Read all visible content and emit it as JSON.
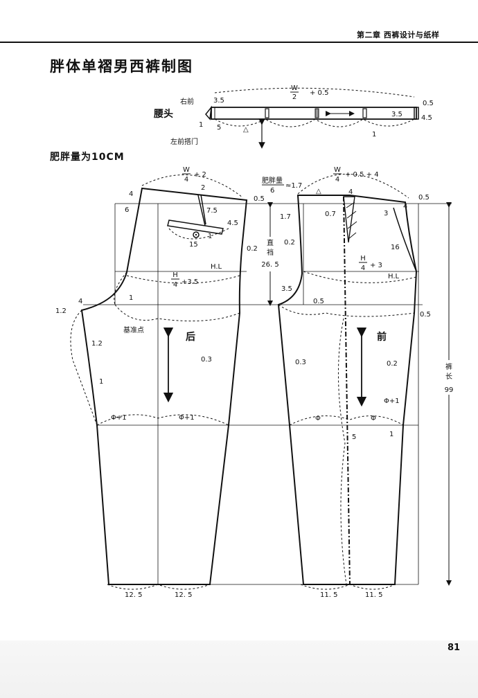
{
  "header": {
    "chapter": "第二章  西裤设计与纸样",
    "page_number": "81"
  },
  "title": "胖体单褶男西裤制图",
  "subtitle": "肥胖量为10CM",
  "waistband": {
    "label": "腰头",
    "formula_num": "W",
    "formula_den": "2",
    "formula_tail": "+ 0.5",
    "right_front": "右前",
    "left_front": "左前搭门",
    "dims": {
      "a": "3.5",
      "b": "1",
      "c": "5",
      "d": "3.5",
      "e": "0.5",
      "f": "4.5",
      "g": "1"
    },
    "triangle": "△"
  },
  "back": {
    "title": "后",
    "formula_top_num": "W",
    "formula_top_den": "4",
    "formula_top_tail": "+ 2",
    "formula_hip_num": "H",
    "formula_hip_den": "4",
    "formula_hip_tail": "+3.5",
    "hl": "H.L",
    "datum_point": "基准点",
    "knee_left": "Φ+1",
    "knee_right": "Φ+1",
    "hem_left": "12. 5",
    "hem_right": "12. 5",
    "dims": {
      "a": "4",
      "b": "6",
      "c": "2",
      "d": "7.5",
      "e": "4.5",
      "f": "0.5",
      "g": "1",
      "h": "15",
      "i": "0.2",
      "j": "1.2",
      "k": "4",
      "l": "1",
      "m": "1.2",
      "n": "1",
      "o": "0.3"
    }
  },
  "front": {
    "title": "前",
    "formula_top_num": "W",
    "formula_top_den": "4",
    "formula_top_tail": "+ 0.5 + 4",
    "fat_num": "肥胖量",
    "fat_den": "6",
    "fat_tail": "≈1.7",
    "formula_hip_num": "H",
    "formula_hip_den": "4",
    "formula_hip_tail": "+ 3",
    "hl": "H.L",
    "knee_left": "Φ",
    "knee_right": "Φ",
    "knee_plus": "Φ+1",
    "hem_left": "11. 5",
    "hem_right": "11. 5",
    "dims": {
      "a": "4",
      "b": "0.5",
      "c": "1.7",
      "d": "0.7",
      "e": "3",
      "f": "4",
      "g": "16",
      "h": "0.2",
      "i": "3.5",
      "j": "0.5",
      "k": "0.5",
      "l": "0.3",
      "m": "0.2",
      "n": "5",
      "o": "1"
    }
  },
  "crotch": {
    "label_top": "直",
    "label_mid": "裆",
    "value": "26. 5"
  },
  "trouser_length": {
    "c1": "裤",
    "c2": "长",
    "value": "99"
  }
}
